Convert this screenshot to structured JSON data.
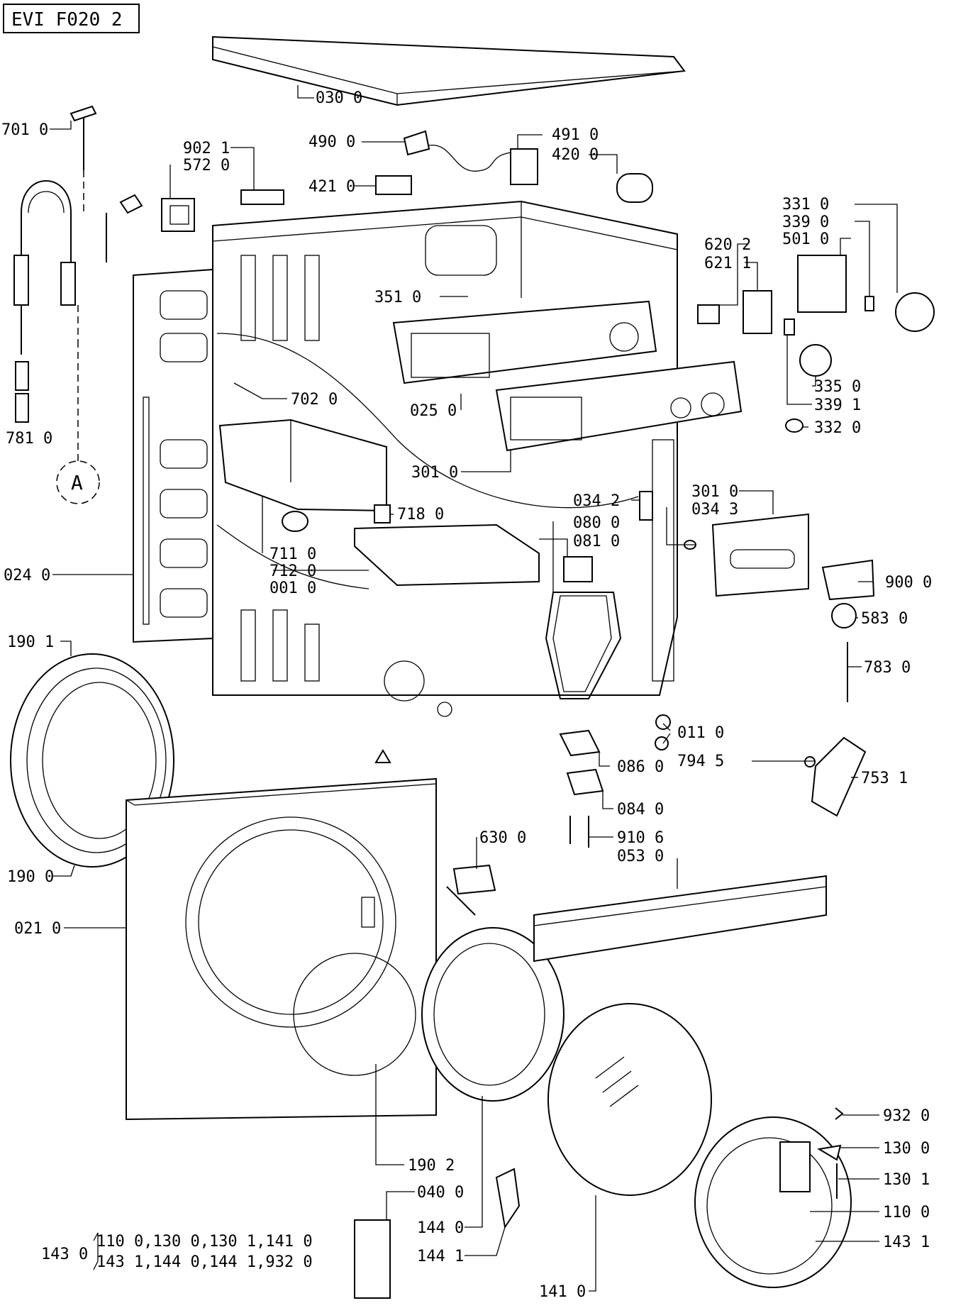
{
  "title": "EVI F020 2",
  "labels": {
    "p030": "030 0",
    "p490": "490 0",
    "p491": "491 0",
    "p420": "420 0",
    "p701": "701 0",
    "p902": "902 1",
    "p572": "572 0",
    "p421": "421 0",
    "p331": "331 0",
    "p339a": "339 0",
    "p501": "501 0",
    "p620": "620 2",
    "p621": "621 1",
    "p351": "351 0",
    "p702": "702 0",
    "p025": "025 0",
    "p335": "335 0",
    "p339b": "339 1",
    "p332": "332 0",
    "p781": "781 0",
    "pA": "A",
    "p301a": "301 0",
    "p034_2": "034 2",
    "p301b": "301 0",
    "p718": "718 0",
    "p080": "080 0",
    "p034_3": "034 3",
    "p081": "081 0",
    "p711": "711 0",
    "p712": "712 0",
    "p001": "001 0",
    "p024": "024 0",
    "p900": "900 0",
    "p583": "583 0",
    "p190_1": "190 1",
    "p783": "783 0",
    "p011": "011 0",
    "p086": "086 0",
    "p794": "794 5",
    "p753": "753 1",
    "p084": "084 0",
    "p910": "910 6",
    "p053": "053 0",
    "p630": "630 0",
    "p190_0": "190 0",
    "p021": "021 0",
    "p932": "932 0",
    "p130_0": "130 0",
    "p130_1": "130 1",
    "p110": "110 0",
    "p143_1": "143 1",
    "p190_2": "190 2",
    "p040": "040 0",
    "p144_0": "144 0",
    "p144_1": "144 1",
    "p141": "141 0",
    "kit_label": "143 0",
    "kit_line1": "110 0,130 0,130 1,141 0",
    "kit_line2": "143 1,144 0,144 1,932 0"
  }
}
